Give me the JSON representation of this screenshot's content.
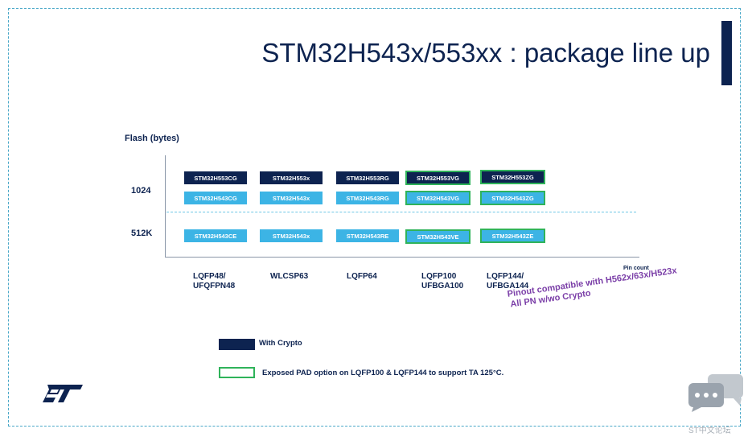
{
  "title": "STM32H543x/553xx : package line up",
  "y_axis": {
    "label": "Flash (bytes)",
    "levels": [
      "1024",
      "512K"
    ]
  },
  "x_axis": {
    "label": "Pin count",
    "packages": [
      {
        "line1": "LQFP48/",
        "line2": "UFQFPN48"
      },
      {
        "line1": "WLCSP63",
        "line2": ""
      },
      {
        "line1": "LQFP64",
        "line2": ""
      },
      {
        "line1": "LQFP100",
        "line2": "UFBGA100"
      },
      {
        "line1": "LQFP144/",
        "line2": "UFBGA144"
      }
    ]
  },
  "parts": {
    "c1": {
      "crypto_1024": "STM32H553CG",
      "nocrypto_1024": "STM32H543CG",
      "nocrypto_512": "STM32H543CE"
    },
    "c2": {
      "crypto_1024": "STM32H553x",
      "nocrypto_1024": "STM32H543x",
      "nocrypto_512": "STM32H543x"
    },
    "c3": {
      "crypto_1024": "STM32H553RG",
      "nocrypto_1024": "STM32H543RG",
      "nocrypto_512": "STM32H543RE"
    },
    "c4": {
      "crypto_1024": "STM32H553VG",
      "nocrypto_1024": "STM32H543VG",
      "nocrypto_512": "STM32H543VE"
    },
    "c5": {
      "crypto_1024": "STM32H553ZG",
      "nocrypto_1024": "STM32H543ZG",
      "nocrypto_512": "STM32H543ZE"
    }
  },
  "note": {
    "line1": "Pinout compatible with H562x/63x/H523x",
    "line2": "All PN w/wo Crypto"
  },
  "legend": {
    "crypto": "With Crypto",
    "exposed_pad": "Exposed PAD option on LQFP100 & LQFP144 to support TA 125°C."
  },
  "colors": {
    "crypto": "#0d2350",
    "no_crypto": "#3cb4e5",
    "exposed_pad_border": "#2fb35a",
    "note": "#7b3fa8"
  },
  "logo": "ST",
  "watermark": {
    "icon": "chat-bubbles-icon",
    "text": "ST中文论坛"
  }
}
